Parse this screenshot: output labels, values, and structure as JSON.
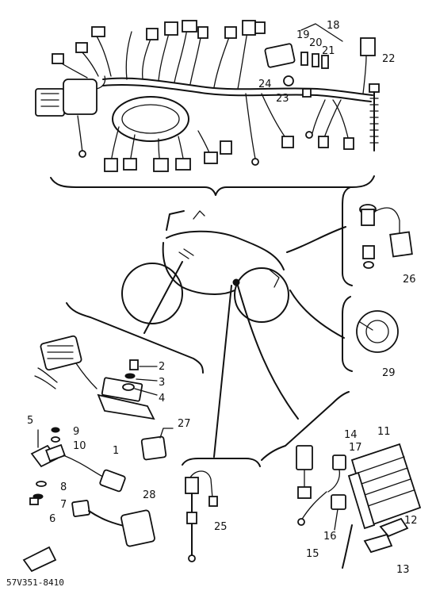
{
  "labels": {
    "p1": "1",
    "p2": "2",
    "p3": "3",
    "p4": "4",
    "p5": "5",
    "p6": "6",
    "p7": "7",
    "p8": "8",
    "p9": "9",
    "p10": "10",
    "p11": "11",
    "p12": "12",
    "p13": "13",
    "p14": "14",
    "p15": "15",
    "p16": "16",
    "p17": "17",
    "p18": "18",
    "p19": "19",
    "p20": "20",
    "p21": "21",
    "p22": "22",
    "p23": "23",
    "p24": "24",
    "p25": "25",
    "p26": "26",
    "p27": "27",
    "p28": "28",
    "p29": "29"
  },
  "footer": {
    "code": "57V351-8410"
  }
}
